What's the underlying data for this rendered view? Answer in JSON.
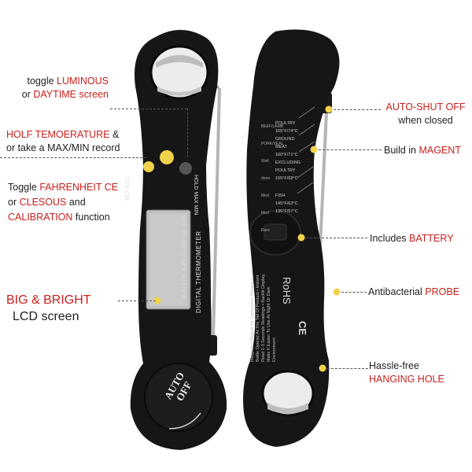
{
  "left_labels": {
    "toggle_luminous": {
      "l1_black": "toggle ",
      "l1_red": "LUMINOUS",
      "l2_black": "or ",
      "l2_red": "DAYTIME screen"
    },
    "holf": {
      "l1_red": "HOLF TEMOERATURE",
      "l1_black": " &",
      "l2_black": "or take a MAX/MIN record"
    },
    "toggle_fahrenheit": {
      "l1_black": "Toggle ",
      "l1_red": "FAHRENHEIT CE",
      "l2_black_a": "or ",
      "l2_red": "CLESOUS",
      "l2_black_b": " and",
      "l3_red": "CALIBRATION",
      "l3_black": " function"
    },
    "lcd": {
      "l1_red": "BIG & BRIGHT",
      "l2_black": "LCD screen"
    }
  },
  "right_labels": {
    "auto_shut": {
      "red": "AUTO-SHUT OFF",
      "black": "when closed"
    },
    "magnet": {
      "black": "Build in ",
      "red": "MAGENT"
    },
    "battery": {
      "black": "Includes  ",
      "red": "BATTERY"
    },
    "probe": {
      "black": "Antibacterial  ",
      "red": "PROBE"
    },
    "hanging": {
      "black": "Hassle-free",
      "red": "HANGING HOLE"
    }
  },
  "front_device": {
    "btn_left_label": "°C/°F CAL",
    "btn_right_label": "HOLD MAX MIN",
    "brand_vertical": "DIGITAL THERMOMETER",
    "range_vertical": "-50°C TO 300°C/-58°F TO 572°F",
    "auto_off": "AUTO OFF"
  },
  "back_device": {
    "temps": [
      "POULTRY 165°F/74°C",
      "GROUND MEAT 160°F/71°C",
      "EXCLUDING POULTRY 155°F/68°C",
      "FISH 145°F/63°C",
      "135°F/57°C"
    ],
    "side_words": [
      "BEEF/LAMB PORK/VEAL",
      "Well done",
      "Med",
      "Med Rare"
    ],
    "rohs": "RoHS",
    "ce": "CE",
    "features": "Integrated Magnet for Convenient Storage • Bottle Opener At The Tail Of Product • Instant Read 2-3 Seconds Readings • Backlit Display, Make It Easier To Use At Night Or Dark Environment"
  },
  "colors": {
    "red": "#c8201c",
    "device": "#161616",
    "dot": "#f2d24b"
  }
}
